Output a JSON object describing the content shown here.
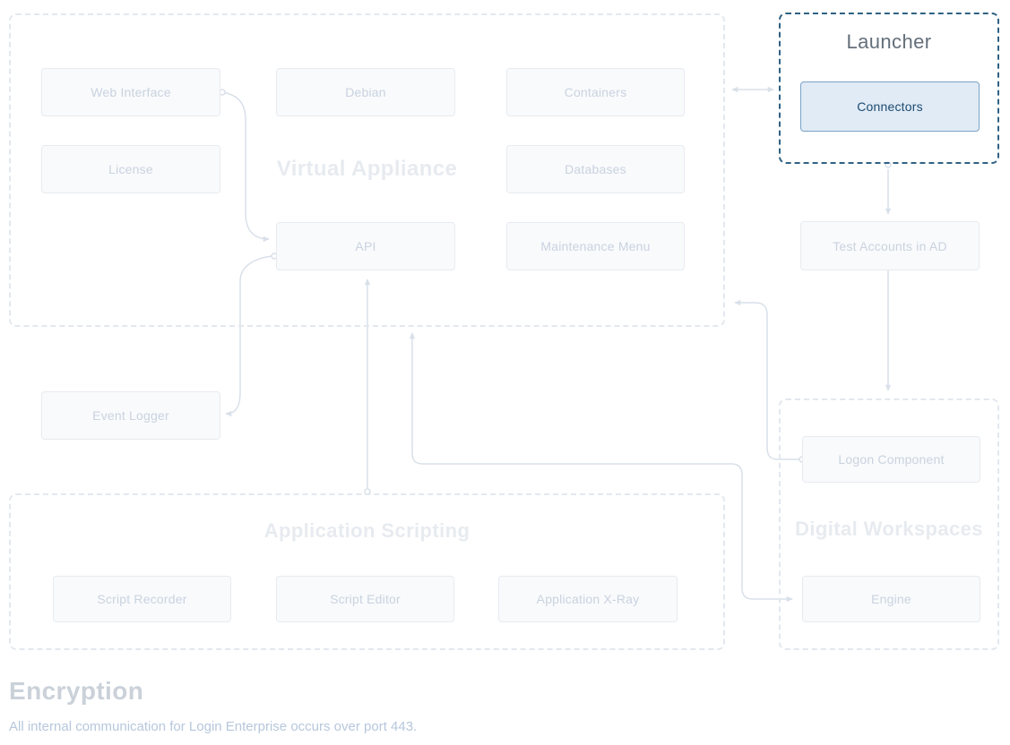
{
  "diagram": {
    "groups": {
      "virtual_appliance": {
        "title": "Virtual Appliance",
        "nodes": {
          "web_interface": "Web Interface",
          "debian": "Debian",
          "containers": "Containers",
          "license": "License",
          "databases": "Databases",
          "api": "API",
          "maintenance_menu": "Maintenance Menu"
        }
      },
      "launcher": {
        "title": "Launcher",
        "nodes": {
          "connectors": "Connectors"
        }
      },
      "digital_workspaces": {
        "title": "Digital Workspaces",
        "nodes": {
          "logon_component": "Logon Component",
          "engine": "Engine"
        }
      },
      "application_scripting": {
        "title": "Application Scripting",
        "nodes": {
          "script_recorder": "Script Recorder",
          "script_editor": "Script Editor",
          "application_xray": "Application X-Ray"
        }
      }
    },
    "standalone_nodes": {
      "test_accounts": "Test Accounts in AD",
      "event_logger": "Event Logger"
    },
    "highlighted": "launcher",
    "edges": [
      {
        "from": "web_interface",
        "to": "api",
        "bidirectional": false
      },
      {
        "from": "api",
        "to": "event_logger",
        "bidirectional": false
      },
      {
        "from": "virtual_appliance",
        "to": "launcher",
        "bidirectional": true
      },
      {
        "from": "launcher",
        "to": "test_accounts",
        "bidirectional": false
      },
      {
        "from": "test_accounts",
        "to": "digital_workspaces",
        "bidirectional": false
      },
      {
        "from": "logon_component",
        "to": "virtual_appliance",
        "bidirectional": false
      },
      {
        "from": "application_scripting",
        "to": "api",
        "bidirectional": false
      },
      {
        "from": "virtual_appliance",
        "to": "engine",
        "bidirectional": true
      }
    ]
  },
  "footer": {
    "heading": "Encryption",
    "description": "All internal communication for Login Enterprise occurs over port 443."
  },
  "colors": {
    "highlight_border": "#2f6183",
    "highlight_node_fill": "#e0ebf6",
    "highlight_node_border": "#7ba3c6",
    "highlight_node_text": "#1d4a6e",
    "faded_node_text": "#c9d3df",
    "arrow": "#d9e0e9"
  }
}
